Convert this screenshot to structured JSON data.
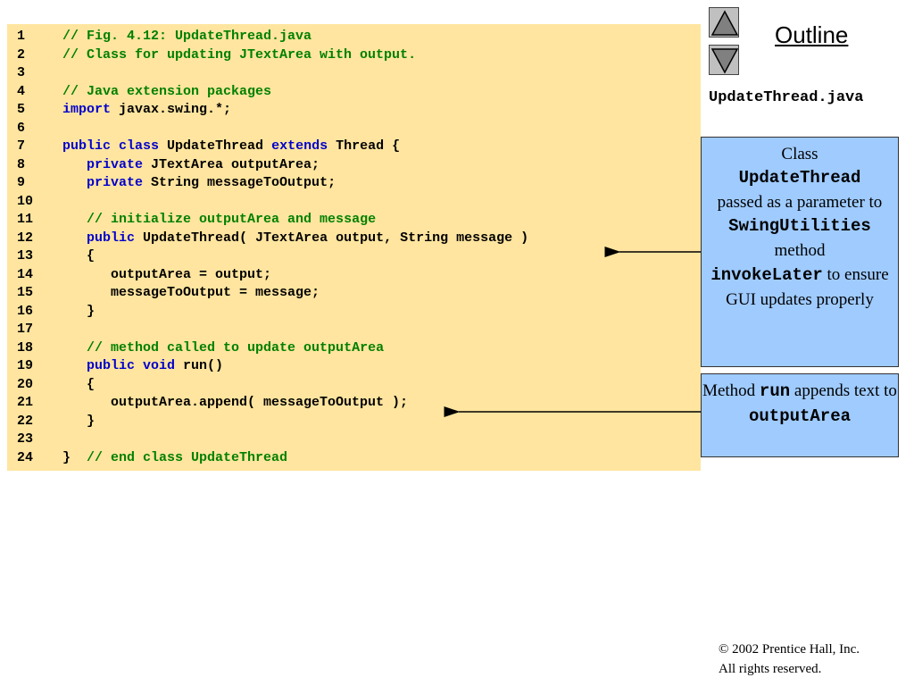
{
  "code_lines": [
    {
      "num": "1",
      "parts": [
        {
          "t": "// Fig. 4.12: UpdateThread.java",
          "c": "cm"
        }
      ]
    },
    {
      "num": "2",
      "parts": [
        {
          "t": "// Class for updating JTextArea with output.",
          "c": "cm"
        }
      ]
    },
    {
      "num": "3",
      "parts": []
    },
    {
      "num": "4",
      "parts": [
        {
          "t": "// Java extension packages",
          "c": "cm"
        }
      ]
    },
    {
      "num": "5",
      "parts": [
        {
          "t": "import",
          "c": "kw"
        },
        {
          "t": " javax.swing.*;",
          "c": ""
        }
      ]
    },
    {
      "num": "6",
      "parts": []
    },
    {
      "num": "7",
      "parts": [
        {
          "t": "public class",
          "c": "kw"
        },
        {
          "t": " UpdateThread ",
          "c": ""
        },
        {
          "t": "extends",
          "c": "kw"
        },
        {
          "t": " Thread {",
          "c": ""
        }
      ]
    },
    {
      "num": "8",
      "parts": [
        {
          "t": "   ",
          "c": ""
        },
        {
          "t": "private",
          "c": "kw"
        },
        {
          "t": " JTextArea outputArea;",
          "c": ""
        }
      ]
    },
    {
      "num": "9",
      "parts": [
        {
          "t": "   ",
          "c": ""
        },
        {
          "t": "private",
          "c": "kw"
        },
        {
          "t": " String messageToOutput;",
          "c": ""
        }
      ]
    },
    {
      "num": "10",
      "parts": []
    },
    {
      "num": "11",
      "parts": [
        {
          "t": "   ",
          "c": ""
        },
        {
          "t": "// initialize outputArea and message",
          "c": "cm"
        }
      ]
    },
    {
      "num": "12",
      "parts": [
        {
          "t": "   ",
          "c": ""
        },
        {
          "t": "public",
          "c": "kw"
        },
        {
          "t": " UpdateThread( JTextArea output, String message )",
          "c": ""
        }
      ]
    },
    {
      "num": "13",
      "parts": [
        {
          "t": "   {",
          "c": ""
        }
      ]
    },
    {
      "num": "14",
      "parts": [
        {
          "t": "      outputArea = output;",
          "c": ""
        }
      ]
    },
    {
      "num": "15",
      "parts": [
        {
          "t": "      messageToOutput = message;",
          "c": ""
        }
      ]
    },
    {
      "num": "16",
      "parts": [
        {
          "t": "   }",
          "c": ""
        }
      ]
    },
    {
      "num": "17",
      "parts": []
    },
    {
      "num": "18",
      "parts": [
        {
          "t": "   ",
          "c": ""
        },
        {
          "t": "// method called to update outputArea",
          "c": "cm"
        }
      ]
    },
    {
      "num": "19",
      "parts": [
        {
          "t": "   ",
          "c": ""
        },
        {
          "t": "public void",
          "c": "kw"
        },
        {
          "t": " run()",
          "c": ""
        }
      ]
    },
    {
      "num": "20",
      "parts": [
        {
          "t": "   {",
          "c": ""
        }
      ]
    },
    {
      "num": "21",
      "parts": [
        {
          "t": "      outputArea.append( messageToOutput );",
          "c": ""
        }
      ]
    },
    {
      "num": "22",
      "parts": [
        {
          "t": "   }",
          "c": ""
        }
      ]
    },
    {
      "num": "23",
      "parts": []
    },
    {
      "num": "24",
      "parts": [
        {
          "t": "}  ",
          "c": ""
        },
        {
          "t": "// end class UpdateThread",
          "c": "cm"
        }
      ]
    }
  ],
  "nav": {
    "up_icon": "triangle-up-icon",
    "down_icon": "triangle-down-icon"
  },
  "outline_title": "Outline",
  "file_name": "UpdateThread.java",
  "callout1": {
    "t1": "Class",
    "m1": "UpdateThread",
    "t2": "passed as a parameter to",
    "m2": "SwingUtilities",
    "t3": "method",
    "m3": "invokeLater",
    "t4": "to ensure GUI updates properly"
  },
  "callout2": {
    "t1": "Method",
    "m1": "run",
    "t2": "appends text to",
    "m2": "outputArea"
  },
  "footer": {
    "line1": "2002 Prentice Hall, Inc.",
    "line2": "All rights reserved.",
    "copyright_symbol": "©"
  },
  "colors": {
    "code_bg": "#ffe59f",
    "callout_bg": "#9fcbff",
    "keyword": "#0000cc",
    "comment": "#008000"
  }
}
